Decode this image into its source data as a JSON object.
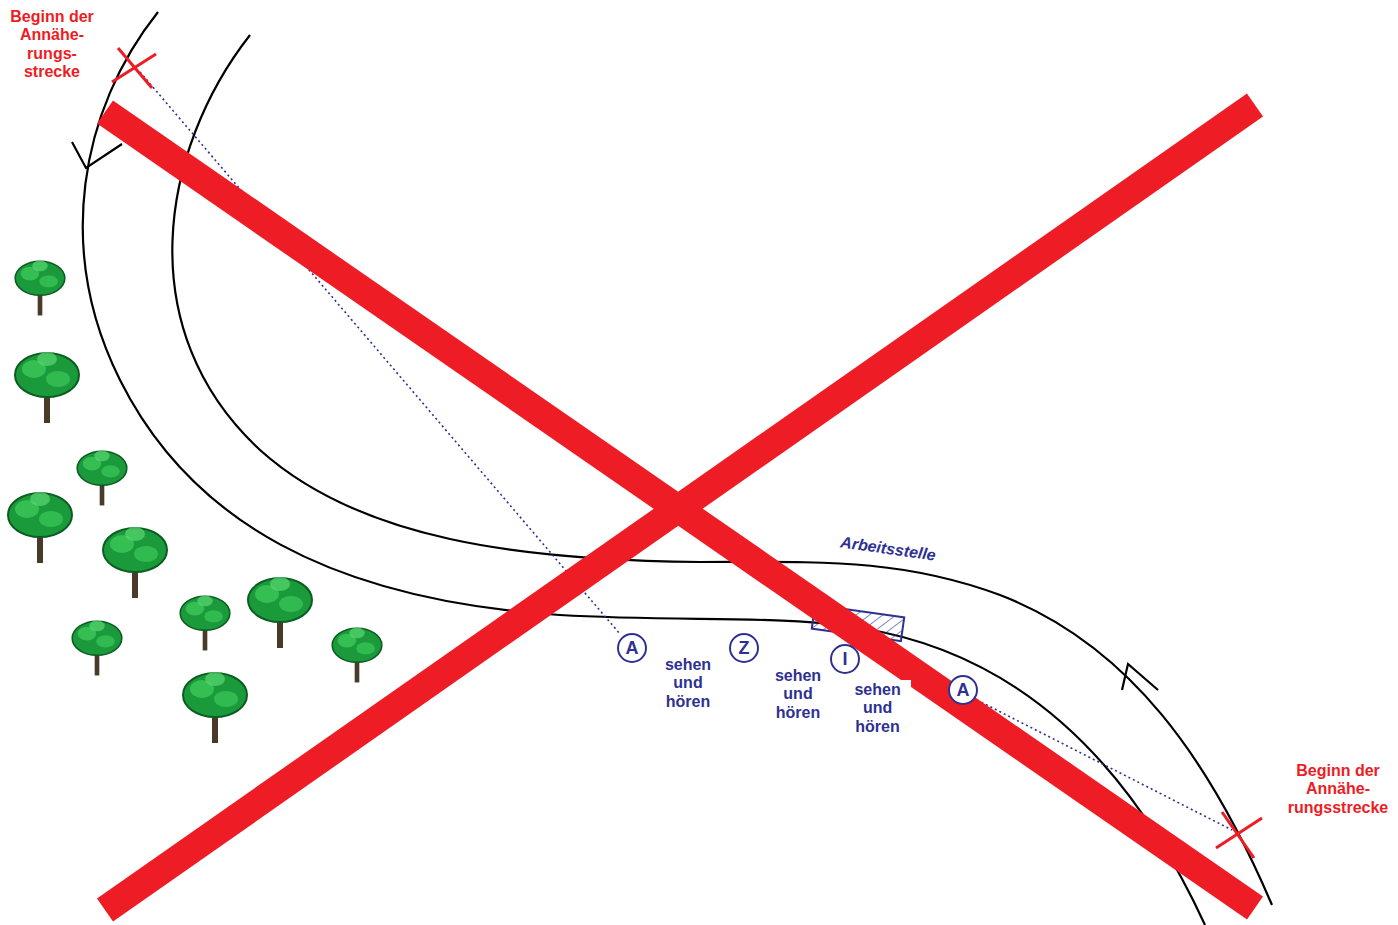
{
  "diagram": {
    "nodes": [
      {
        "text": [
          "A"
        ]
      },
      {
        "text": [
          "Z"
        ]
      },
      {
        "text": [
          "I"
        ]
      },
      {
        "text": [
          "A"
        ]
      }
    ],
    "labels": [
      "Beginn der Annähe- rungs- strecke",
      "Beginn der Annähe- rungsstrecke",
      "Arbeitsstelle",
      "sehen und hören",
      "sehen und hören",
      "sehen und hören"
    ]
  }
}
